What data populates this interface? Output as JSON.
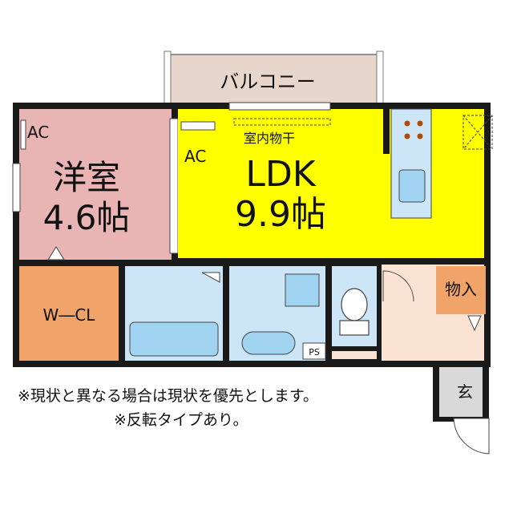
{
  "rooms": {
    "balcony": "バルコニー",
    "western_room_name": "洋室",
    "western_room_size": "4.6帖",
    "ac_western": "AC",
    "ac_ldk": "AC",
    "ldk_name": "LDK",
    "ldk_size": "9.9帖",
    "indoor_drying": "室内物干",
    "walk_in_closet": "W―CL",
    "storage": "物入",
    "entrance": "玄",
    "ps": "PS"
  },
  "notes": {
    "line1": "※現状と異なる場合は現状を優先とします。",
    "line2": "※反転タイプあり。"
  },
  "colors": {
    "ldk": "#ffff00",
    "western_room": "#e8b4b4",
    "closet": "#f0a46a",
    "bathroom": "#cde6f7",
    "fixture": "#9fd3ef",
    "hall": "#fbe3d4",
    "balcony": "#e6d6cc",
    "entrance": "#d9d9d9",
    "wall": "#1a1a1a"
  }
}
